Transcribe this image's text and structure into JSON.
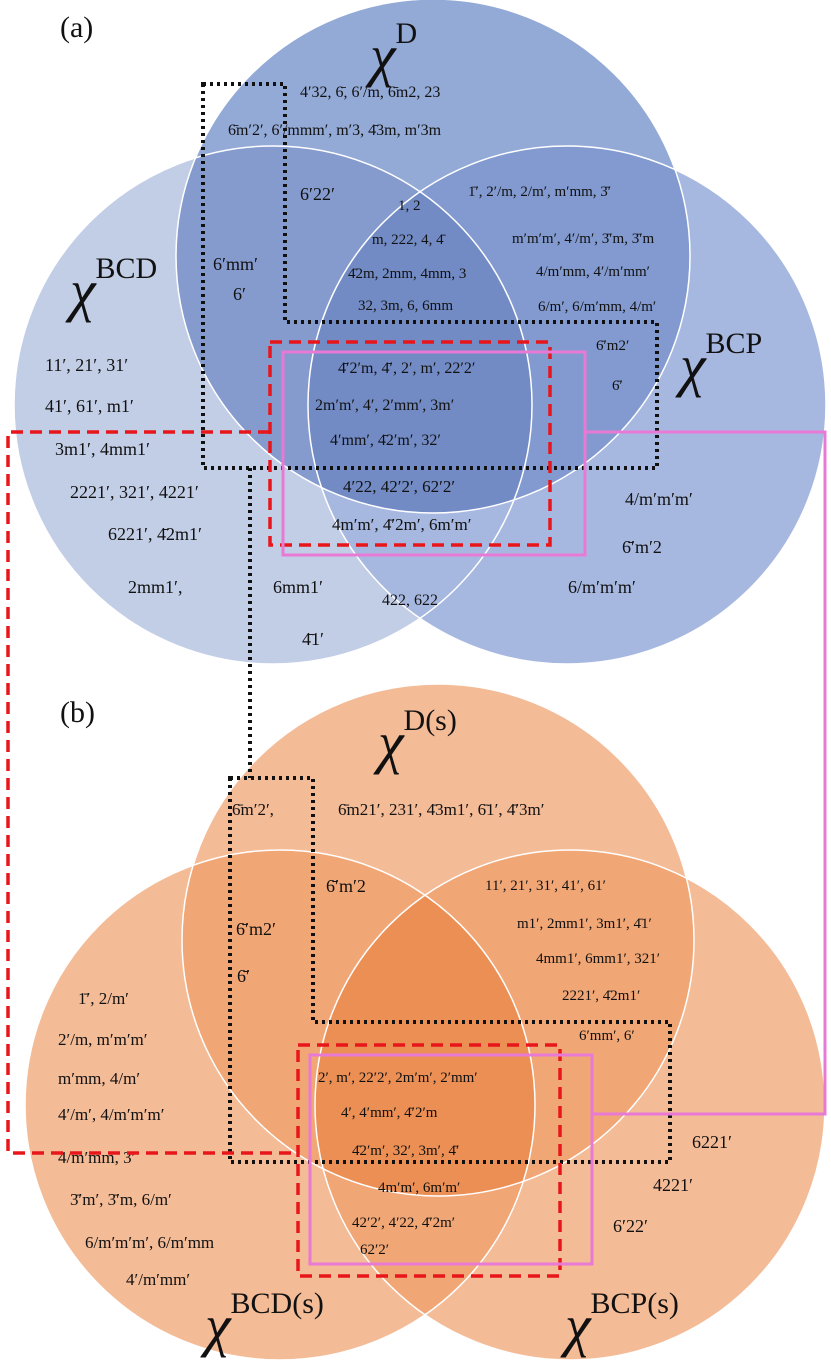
{
  "colors": {
    "blue_d": "#8aa2d2",
    "blue_bcd": "#c2cde6",
    "blue_bcp": "#a7b8e0",
    "orange": "#f3b48c",
    "orange_center": "#e98b4f",
    "black_dotted": "#111111",
    "red_dashed": "#e8161b",
    "pink_solid": "#e87ad6"
  },
  "panel_a": {
    "label": "(a)",
    "set_d": {
      "symbol": "χ",
      "superscript": "D"
    },
    "set_bcd": {
      "symbol": "χ",
      "superscript": "BCD"
    },
    "set_bcp": {
      "symbol": "χ",
      "superscript": "BCP"
    },
    "groups": [
      {
        "id": "d-only-1",
        "text": "4′32, 6̄, 6′/m, 6̄m2, 23"
      },
      {
        "id": "d-only-2",
        "text": "6̄m′2′, 6′/mmm′, m′3, 4̄3m,  m′3m"
      },
      {
        "id": "d-bcd-1",
        "text": "6′22′"
      },
      {
        "id": "d-bcd-2",
        "text": "6′mm′"
      },
      {
        "id": "d-bcd-3",
        "text": "6′"
      },
      {
        "id": "center-1",
        "text": "1, 2"
      },
      {
        "id": "center-2",
        "text": "m, 222, 4, 4̄"
      },
      {
        "id": "center-3",
        "text": "4̄2m, 2mm, 4mm, 3"
      },
      {
        "id": "center-4",
        "text": "32, 3m, 6, 6mm"
      },
      {
        "id": "d-bcp-1",
        "text": "1̄′, 2′/m, 2/m′, m′mm, 3̄′"
      },
      {
        "id": "d-bcp-2",
        "text": "m′m′m′, 4′/m′, 3̄′m, 3̄′m"
      },
      {
        "id": "d-bcp-3",
        "text": "4/m′mm, 4′/m′mm′"
      },
      {
        "id": "d-bcp-4",
        "text": "6/m′, 6/m′mm, 4/m′"
      },
      {
        "id": "d-bcp-5",
        "text": "6̄′m2′"
      },
      {
        "id": "d-bcp-6",
        "text": "6̄′"
      },
      {
        "id": "box-1",
        "text": "4̄′2′m, 4̄′, 2′, m′, 22′2′"
      },
      {
        "id": "box-2",
        "text": "2m′m′, 4′, 2′mm′, 3m′"
      },
      {
        "id": "box-3",
        "text": "4′mm′, 4̄2′m′, 32′"
      },
      {
        "id": "bcd-only-1",
        "text": "11′, 21′, 31′"
      },
      {
        "id": "bcd-only-2",
        "text": "41′, 61′, m1′"
      },
      {
        "id": "bcd-only-3",
        "text": "3m1′, 4mm1′"
      },
      {
        "id": "bcd-only-4",
        "text": "2221′, 321′, 4221′"
      },
      {
        "id": "bcd-only-5",
        "text": "6221′, 4̄2m1′"
      },
      {
        "id": "bcd-only-6",
        "text": "2mm1′,"
      },
      {
        "id": "bcd-only-7",
        "text": "6mm1′"
      },
      {
        "id": "bcd-only-8",
        "text": "4̄1′"
      },
      {
        "id": "bcd-bcp-1",
        "text": "4′22, 42′2′, 62′2′"
      },
      {
        "id": "bcd-bcp-2",
        "text": "4m′m′, 4̄′2m′, 6m′m′"
      },
      {
        "id": "bcd-bcp-3",
        "text": "422, 622"
      },
      {
        "id": "bcp-only-1",
        "text": "4/m′m′m′"
      },
      {
        "id": "bcp-only-2",
        "text": "6̄′m′2"
      },
      {
        "id": "bcp-only-3",
        "text": "6/m′m′m′"
      }
    ]
  },
  "panel_b": {
    "label": "(b)",
    "set_d": {
      "symbol": "χ",
      "superscript": "D(s)"
    },
    "set_bcd": {
      "symbol": "χ",
      "superscript": "BCD(s)"
    },
    "set_bcp": {
      "symbol": "χ",
      "superscript": "BCP(s)"
    },
    "groups": [
      {
        "id": "d-only-1",
        "text": "6̄m′2′,"
      },
      {
        "id": "d-only-2",
        "text": "6̄m21′, 231′, 4̄3m1′, 6̄1′,  4̄′3m′"
      },
      {
        "id": "d-bcp-1",
        "text": "6̄′m′2"
      },
      {
        "id": "d-bcd-1",
        "text": "6̄′m2′"
      },
      {
        "id": "d-bcd-2",
        "text": "6̄′"
      },
      {
        "id": "bcp-side-1",
        "text": "11′, 21′, 31′, 41′, 61′"
      },
      {
        "id": "bcp-side-2",
        "text": "m1′, 2mm1′, 3m1′, 4̄1′"
      },
      {
        "id": "bcp-side-3",
        "text": "4mm1′, 6mm1′, 321′"
      },
      {
        "id": "bcp-side-4",
        "text": "2221′, 4̄2m1′"
      },
      {
        "id": "bcp-side-5",
        "text": "6′mm′, 6′"
      },
      {
        "id": "bcd-only-1",
        "text": "1̄′, 2/m′"
      },
      {
        "id": "bcd-only-2",
        "text": "2′/m, m′m′m′"
      },
      {
        "id": "bcd-only-3",
        "text": "m′mm, 4/m′"
      },
      {
        "id": "bcd-only-4",
        "text": "4′/m′, 4/m′m′m′"
      },
      {
        "id": "bcd-only-5",
        "text": "4/m′mm, 3̄′"
      },
      {
        "id": "bcd-only-6",
        "text": "3̄′m′, 3̄′m, 6/m′"
      },
      {
        "id": "bcd-only-7",
        "text": "6/m′m′m′, 6/m′mm"
      },
      {
        "id": "bcd-only-8",
        "text": "4′/m′mm′"
      },
      {
        "id": "box-1",
        "text": "2′, m′, 22′2′, 2m′m′, 2′mm′"
      },
      {
        "id": "box-2",
        "text": "4′, 4′mm′, 4̄′2′m"
      },
      {
        "id": "box-3",
        "text": "4̄2′m′, 32′, 3m′, 4̄′"
      },
      {
        "id": "box-4",
        "text": "4m′m′,    6m′m′"
      },
      {
        "id": "box-5",
        "text": "42′2′, 4′22, 4̄′2m′"
      },
      {
        "id": "box-6",
        "text": "62′2′"
      },
      {
        "id": "bcp-only-1",
        "text": "6221′"
      },
      {
        "id": "bcp-only-2",
        "text": "4221′"
      },
      {
        "id": "bcp-only-3",
        "text": "6′22′"
      }
    ]
  }
}
